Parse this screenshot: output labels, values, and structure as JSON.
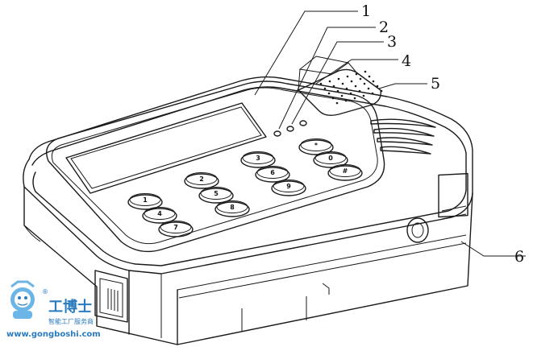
{
  "callouts": [
    "1",
    "2",
    "3",
    "4",
    "5",
    "6"
  ],
  "keypad": [
    "1",
    "2",
    "3",
    "4",
    "5",
    "6",
    "7",
    "8",
    "9",
    "0",
    "*",
    "#"
  ],
  "watermark": {
    "brand": "工博士",
    "registered": "®",
    "slogan": "智能工厂服务商",
    "url": "www.gongboshi.com",
    "color": "#2a7bbf"
  }
}
